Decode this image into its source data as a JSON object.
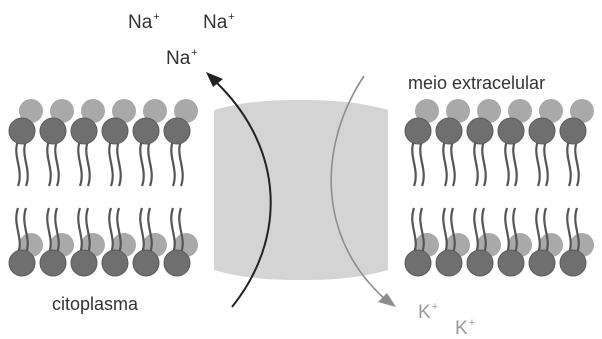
{
  "labels": {
    "extracellular": "meio extracelular",
    "cytoplasm": "citoplasma"
  },
  "ions": {
    "sodium": {
      "symbol": "Na",
      "charge": "+"
    },
    "potassium": {
      "symbol": "K",
      "charge": "+"
    }
  },
  "colors": {
    "head_outer": "#a9a9a9",
    "head_inner": "#6f6f6f",
    "tail": "#555555",
    "protein": "#d4d4d4",
    "arrow_out": "#222222",
    "arrow_in": "#8e8e8e"
  }
}
